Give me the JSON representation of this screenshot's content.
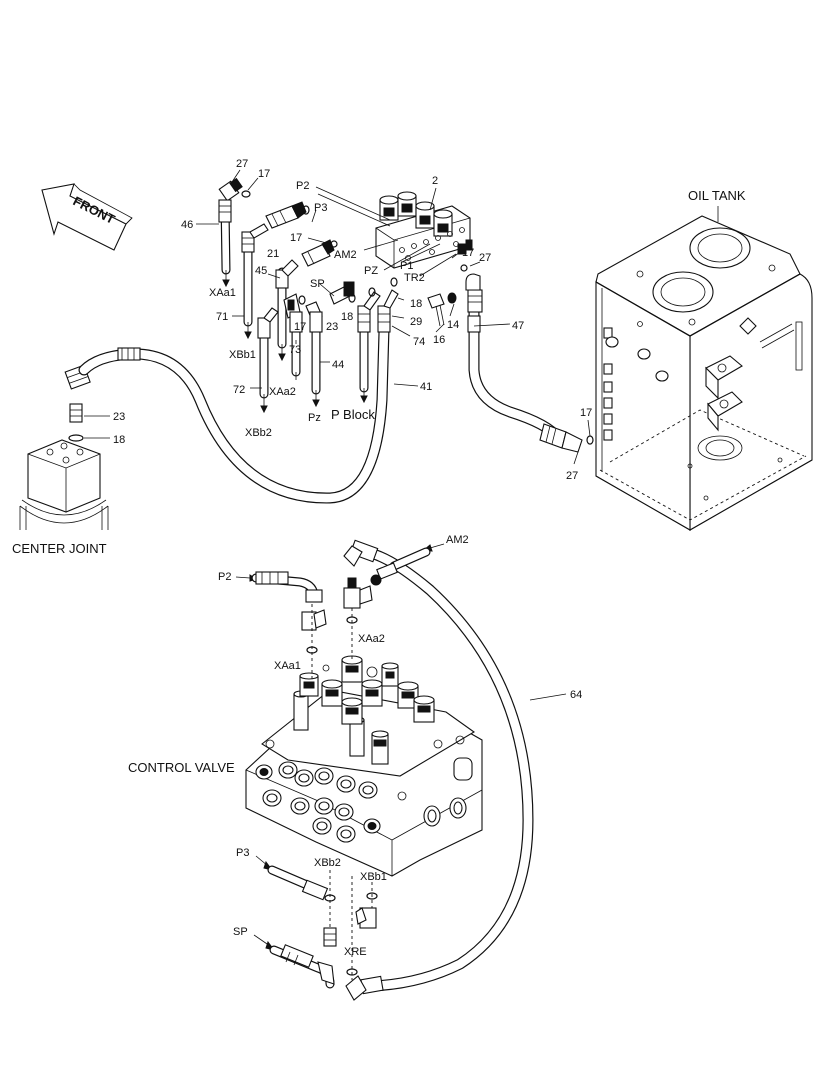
{
  "labels": {
    "oil_tank": "OIL TANK",
    "center_joint": "CENTER JOINT",
    "control_valve": "CONTROL VALVE",
    "front": "FRONT",
    "p_block": "P Block"
  },
  "callouts": {
    "n27a": "27",
    "n17a": "17",
    "p2a": "P2",
    "n2": "2",
    "p3a": "P3",
    "n46": "46",
    "n17b": "17",
    "am2a": "AM2",
    "n21": "21",
    "n45": "45",
    "pz": "PZ",
    "p1": "P1",
    "tr2": "TR2",
    "n17c": "17",
    "n27b": "27",
    "sp_a": "SP",
    "xaa1_a": "XAa1",
    "n71": "71",
    "n17d": "17",
    "n18a": "18",
    "n23a": "23",
    "n18b": "18",
    "n29": "29",
    "n16": "16",
    "n14": "14",
    "n47": "47",
    "xbb1_a": "XBb1",
    "n73": "73",
    "n74": "74",
    "n44": "44",
    "n72": "72",
    "xaa2_a": "XAa2",
    "n41": "41",
    "xbb2_a": "XBb2",
    "pz_b": "Pz",
    "n23b": "23",
    "n18c": "18",
    "n17e": "17",
    "n27c": "27",
    "am2b": "AM2",
    "p2b": "P2",
    "xaa2_b": "XAa2",
    "xaa1_b": "XAa1",
    "n64": "64",
    "p3b": "P3",
    "xbb2_b": "XBb2",
    "xbb1_b": "XBb1",
    "sp_b": "SP",
    "xre": "XRE"
  }
}
